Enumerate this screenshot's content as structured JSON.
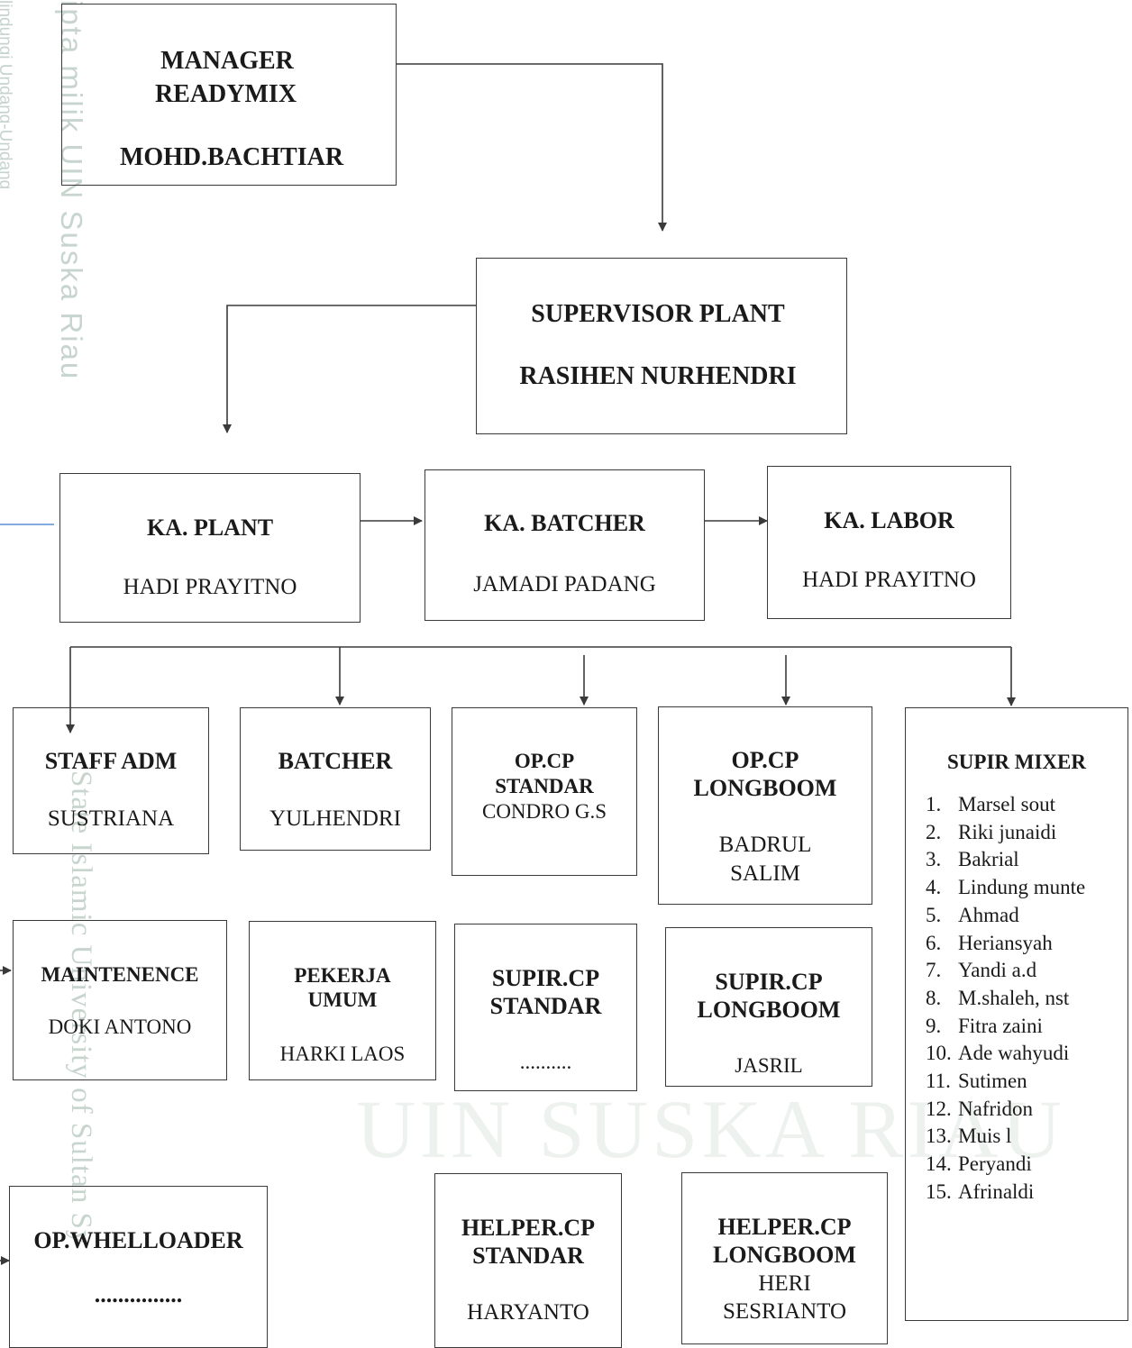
{
  "watermark": {
    "side_top": "lindungi Undang-Undang",
    "vertical_top": "ipta milik UIN Suska Riau",
    "vertical_bottom": "State Islamic University of Sultan Sy",
    "center": "UIN SUSKA RIAU"
  },
  "manager": {
    "title_line1": "MANAGER",
    "title_line2": "READYMIX",
    "name": "MOHD.BACHTIAR"
  },
  "supervisor": {
    "title": "SUPERVISOR PLANT",
    "name": "RASIHEN NURHENDRI"
  },
  "ka_plant": {
    "title": "KA. PLANT",
    "name": "HADI PRAYITNO"
  },
  "ka_batcher": {
    "title": "KA. BATCHER",
    "name": "JAMADI PADANG"
  },
  "ka_labor": {
    "title": "KA. LABOR",
    "name": "HADI PRAYITNO"
  },
  "staff_adm": {
    "title": "STAFF ADM",
    "name": "SUSTRIANA"
  },
  "batcher": {
    "title": "BATCHER",
    "name": "YULHENDRI"
  },
  "op_cp_standar": {
    "title_line1": "OP.CP",
    "title_line2": "STANDAR",
    "name": "CONDRO G.S"
  },
  "op_cp_longboom": {
    "title_line1": "OP.CP",
    "title_line2": "LONGBOOM",
    "name_line1": "BADRUL",
    "name_line2": "SALIM"
  },
  "supir_mixer": {
    "title": "SUPIR MIXER",
    "items": [
      {
        "num": "1.",
        "name": "Marsel sout"
      },
      {
        "num": "2.",
        "name": "Riki junaidi"
      },
      {
        "num": "3.",
        "name": "Bakrial"
      },
      {
        "num": "4.",
        "name": "Lindung munte"
      },
      {
        "num": "5.",
        "name": "Ahmad"
      },
      {
        "num": "6.",
        "name": "Heriansyah"
      },
      {
        "num": "7.",
        "name": "Yandi a.d"
      },
      {
        "num": "8.",
        "name": "M.shaleh, nst"
      },
      {
        "num": "9.",
        "name": "Fitra zaini"
      },
      {
        "num": "10.",
        "name": "Ade wahyudi"
      },
      {
        "num": "11.",
        "name": "Sutimen"
      },
      {
        "num": "12.",
        "name": "Nafridon"
      },
      {
        "num": "13.",
        "name": "Muis l"
      },
      {
        "num": "14.",
        "name": "Peryandi"
      },
      {
        "num": "15.",
        "name": "Afrinaldi"
      }
    ]
  },
  "maintenence": {
    "title": "MAINTENENCE",
    "name": "DOKI ANTONO"
  },
  "pekerja_umum": {
    "title_line1": "PEKERJA",
    "title_line2": "UMUM",
    "name": "HARKI LAOS"
  },
  "supir_cp_standar": {
    "title_line1": "SUPIR.CP",
    "title_line2": "STANDAR",
    "name": ".........."
  },
  "supir_cp_longboom": {
    "title_line1": "SUPIR.CP",
    "title_line2": "LONGBOOM",
    "name": "JASRIL"
  },
  "op_whelloader": {
    "title": "OP.WHELLOADER",
    "name": "..............."
  },
  "helper_cp_standar": {
    "title_line1": "HELPER.CP",
    "title_line2": "STANDAR",
    "name": "HARYANTO"
  },
  "helper_cp_longboom": {
    "title_line1": "HELPER.CP",
    "title_line2": "LONGBOOM",
    "name_line1": "HERI",
    "name_line2": "SESRIANTO"
  }
}
